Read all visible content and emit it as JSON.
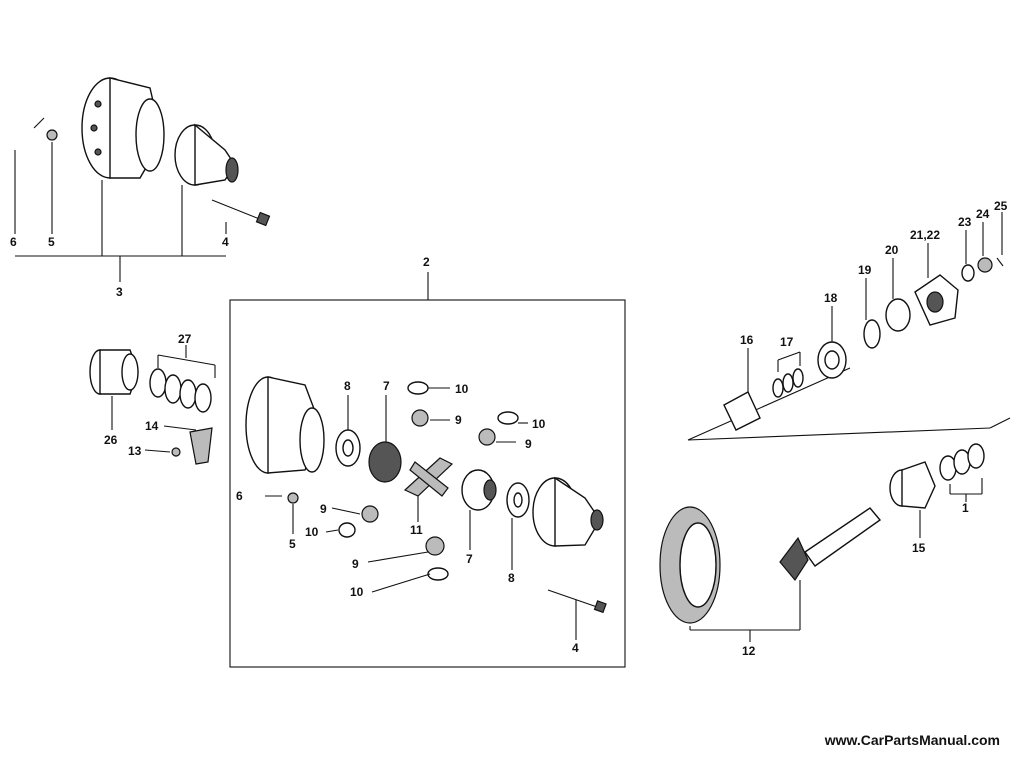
{
  "callouts": {
    "c1": "1",
    "c2": "2",
    "c3": "3",
    "c4a": "4",
    "c4b": "4",
    "c5a": "5",
    "c5b": "5",
    "c6a": "6",
    "c6b": "6",
    "c7a": "7",
    "c7b": "7",
    "c8a": "8",
    "c8b": "8",
    "c9a": "9",
    "c9b": "9",
    "c9c": "9",
    "c9d": "9",
    "c10a": "10",
    "c10b": "10",
    "c10c": "10",
    "c10d": "10",
    "c11": "11",
    "c12": "12",
    "c13": "13",
    "c14": "14",
    "c15": "15",
    "c16": "16",
    "c17": "17",
    "c18": "18",
    "c19": "19",
    "c20": "20",
    "c2122": "21,22",
    "c23": "23",
    "c24": "24",
    "c25": "25",
    "c26": "26",
    "c27": "27"
  },
  "watermark": "www.CarPartsManual.com"
}
